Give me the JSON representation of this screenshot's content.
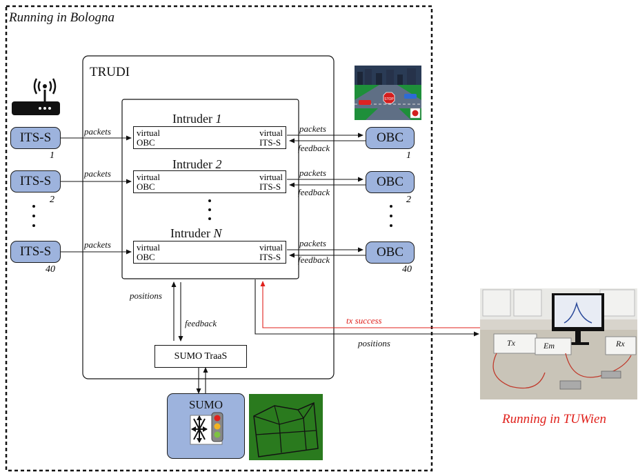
{
  "region_bologna": "Running in Bologna",
  "region_tuwien": "Running in TUWien",
  "trudi_title": "TRUDI",
  "its": [
    {
      "label": "ITS-S",
      "num": "1"
    },
    {
      "label": "ITS-S",
      "num": "2"
    },
    {
      "label": "ITS-S",
      "num": "40"
    }
  ],
  "obc": [
    {
      "label": "OBC",
      "num": "1"
    },
    {
      "label": "OBC",
      "num": "2"
    },
    {
      "label": "OBC",
      "num": "40"
    }
  ],
  "intruders": [
    {
      "title": "Intruder",
      "index": "1"
    },
    {
      "title": "Intruder",
      "index": "2"
    },
    {
      "title": "Intruder",
      "index": "N"
    }
  ],
  "virtual_left": [
    "virtual",
    "OBC"
  ],
  "virtual_right": [
    "virtual",
    "ITS-S"
  ],
  "edge_labels": {
    "packets": "packets",
    "feedback": "feedback",
    "positions": "positions",
    "tx_success": "tx success"
  },
  "sumo_traas": "SUMO TraaS",
  "sumo": "SUMO",
  "lab_labels": {
    "tx": "Tx",
    "em": "Em",
    "rx": "Rx"
  },
  "colors": {
    "box_blue": "#9db3dd",
    "red": "#e0201b"
  }
}
